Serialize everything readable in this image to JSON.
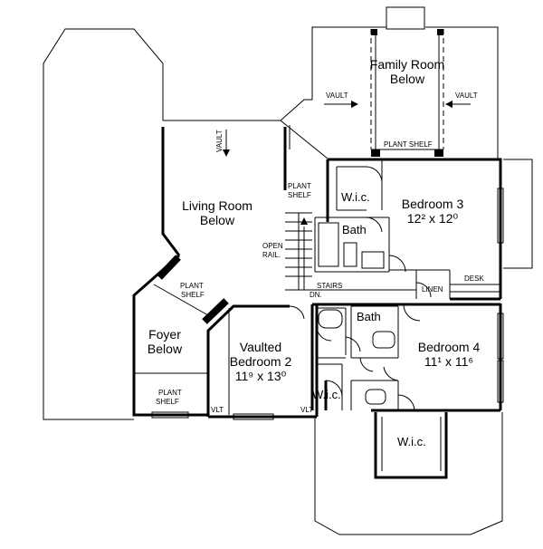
{
  "rooms": {
    "family_room": [
      "Family Room",
      "Below"
    ],
    "living_room": [
      "Living Room",
      "Below"
    ],
    "foyer": [
      "Foyer",
      "Below"
    ],
    "bedroom3": {
      "name": "Bedroom 3",
      "size": "12² x 12⁰"
    },
    "bedroom4": {
      "name": "Bedroom 4",
      "size": "11¹ x 11⁶"
    },
    "bedroom2": {
      "line1": "Vaulted",
      "line2": "Bedroom 2",
      "size": "11⁹ x 13⁰"
    }
  },
  "labels": {
    "vault": "VAULT",
    "vlt": "VLT",
    "plant_shelf": "PLANT SHELF",
    "plant": "PLANT",
    "shelf": "SHELF",
    "wic": "W.i.c.",
    "bath": "Bath",
    "open": "OPEN",
    "rail": "RAIL.",
    "stairs": "STAIRS",
    "dn": "DN.",
    "linen": "LINEN",
    "desk": "DESK"
  }
}
